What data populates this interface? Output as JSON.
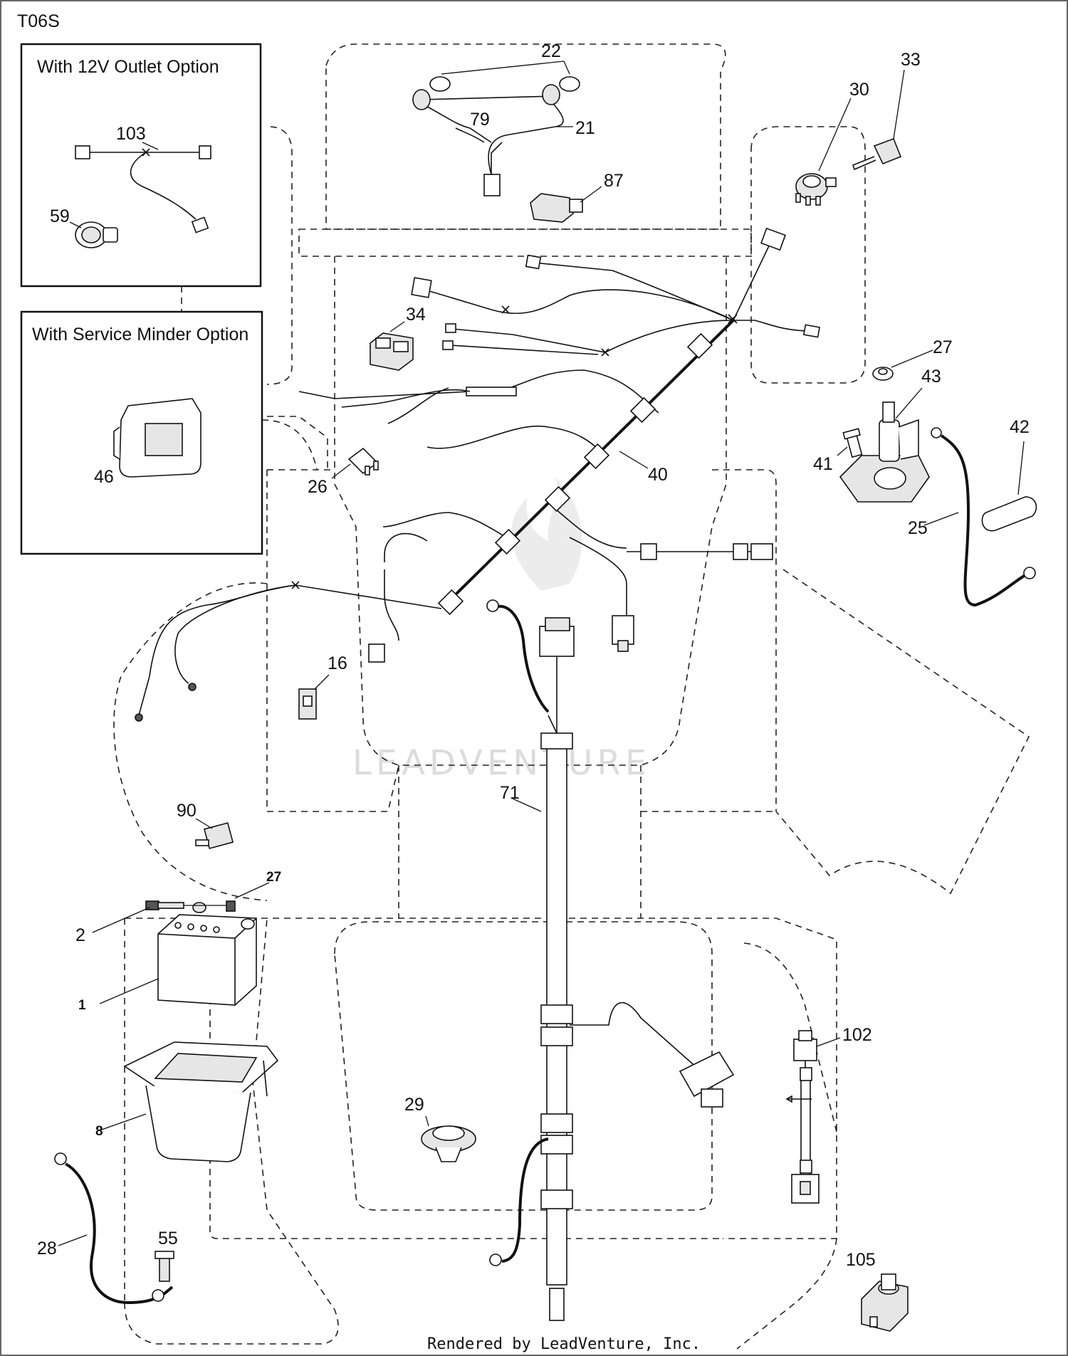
{
  "diagram_code": "T06S",
  "option_boxes": {
    "outlet_12v": {
      "title": "With 12V Outlet Option"
    },
    "service_minder": {
      "title": "With Service Minder Option"
    }
  },
  "part_labels": {
    "p1": "1",
    "p2": "2",
    "p8": "8",
    "p16": "16",
    "p21": "21",
    "p22": "22",
    "p25": "25",
    "p26": "26",
    "p27a": "27",
    "p27b": "27",
    "p28": "28",
    "p29": "29",
    "p30": "30",
    "p33": "33",
    "p34": "34",
    "p40": "40",
    "p41": "41",
    "p42": "42",
    "p43": "43",
    "p46": "46",
    "p55": "55",
    "p59": "59",
    "p71": "71",
    "p79": "79",
    "p87": "87",
    "p90": "90",
    "p102": "102",
    "p103": "103",
    "p105": "105"
  },
  "watermark": "LEADVENTURE",
  "footer": "Rendered by LeadVenture, Inc."
}
